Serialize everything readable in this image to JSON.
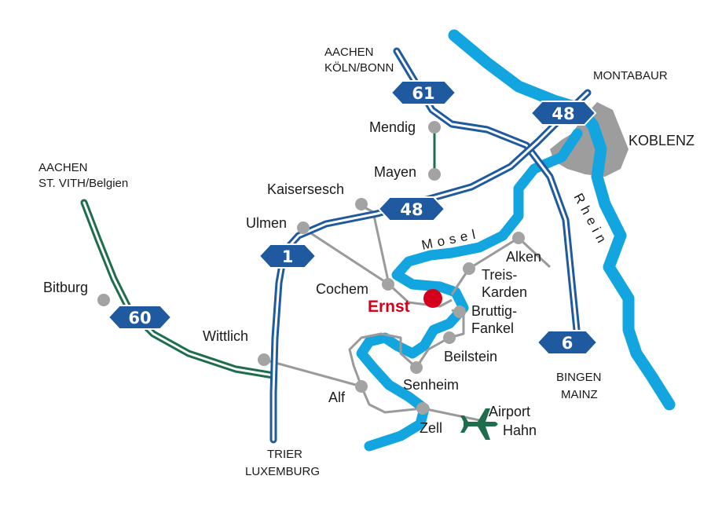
{
  "colors": {
    "river": "#12a5e0",
    "autobahn": "#1f5aa0",
    "autobahn_green": "#1e6e4e",
    "road": "#9a9a9a",
    "town_dot": "#a3a3a3",
    "city_area": "#9d9d9d",
    "highlight": "#d5001c",
    "airport": "#1e6e4e"
  },
  "rivers": {
    "mosel": "Mosel",
    "rhein": "Rhein"
  },
  "highways": {
    "a61": "61",
    "a48_north": "48",
    "a48_south": "48",
    "a1": "1",
    "a60": "60",
    "a6": "6"
  },
  "destinations": {
    "aachen_koeln_1": "AACHEN",
    "aachen_koeln_2": "KÖLN/BONN",
    "montabaur": "MONTABAUR",
    "aachen_stvith_1": "AACHEN",
    "aachen_stvith_2": "ST. VITH/Belgien",
    "trier": "TRIER",
    "luxemburg": "LUXEMBURG",
    "bingen": "BINGEN",
    "mainz": "MAINZ"
  },
  "towns": {
    "koblenz": "KOBLENZ",
    "mendig": "Mendig",
    "mayen": "Mayen",
    "kaisersesch": "Kaisersesch",
    "ulmen": "Ulmen",
    "bitburg": "Bitburg",
    "wittlich": "Wittlich",
    "cochem": "Cochem",
    "ernst": "Ernst",
    "alken": "Alken",
    "treis_1": "Treis-",
    "treis_2": "Karden",
    "bruttig_1": "Bruttig-",
    "bruttig_2": "Fankel",
    "beilstein": "Beilstein",
    "senheim": "Senheim",
    "alf": "Alf",
    "zell": "Zell"
  },
  "airport": {
    "line1": "Airport",
    "line2": "Hahn",
    "icon": "airplane-icon"
  }
}
